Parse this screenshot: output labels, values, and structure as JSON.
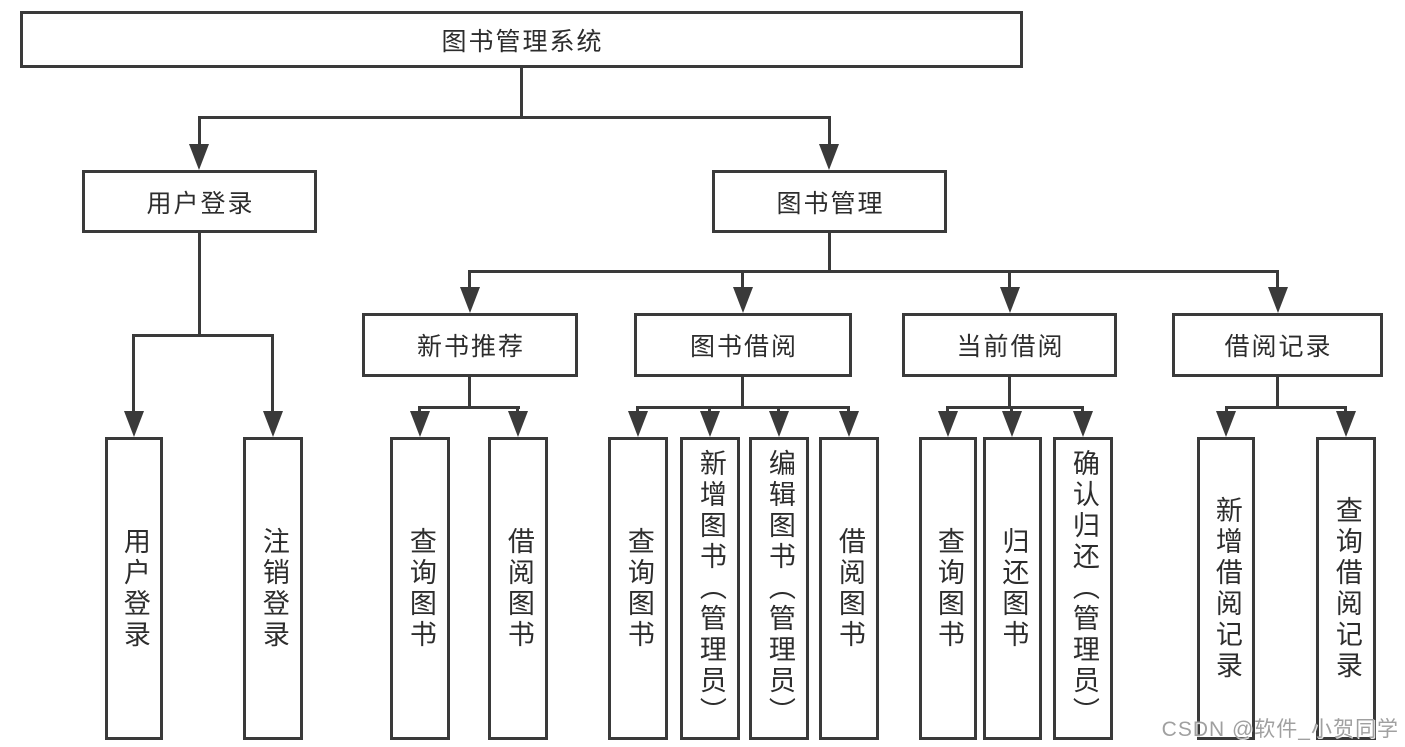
{
  "colors": {
    "line": "#3a3a3a",
    "text": "#2d2d2d",
    "watermark": "#a0a0a0"
  },
  "tree": {
    "root": "图书管理系统",
    "branches": [
      {
        "label": "用户登录",
        "children": [
          "用户登录",
          "注销登录"
        ]
      },
      {
        "label": "图书管理",
        "sections": [
          {
            "label": "新书推荐",
            "children": [
              "查询图书",
              "借阅图书"
            ]
          },
          {
            "label": "图书借阅",
            "children": [
              "查询图书",
              "新增图书（管理员）",
              "编辑图书（管理员）",
              "借阅图书"
            ]
          },
          {
            "label": "当前借阅",
            "children": [
              "查询图书",
              "归还图书",
              "确认归还（管理员）"
            ]
          },
          {
            "label": "借阅记录",
            "children": [
              "新增借阅记录",
              "查询借阅记录"
            ]
          }
        ]
      }
    ]
  },
  "watermark": {
    "text": "CSDN @软件_小贺同学"
  }
}
